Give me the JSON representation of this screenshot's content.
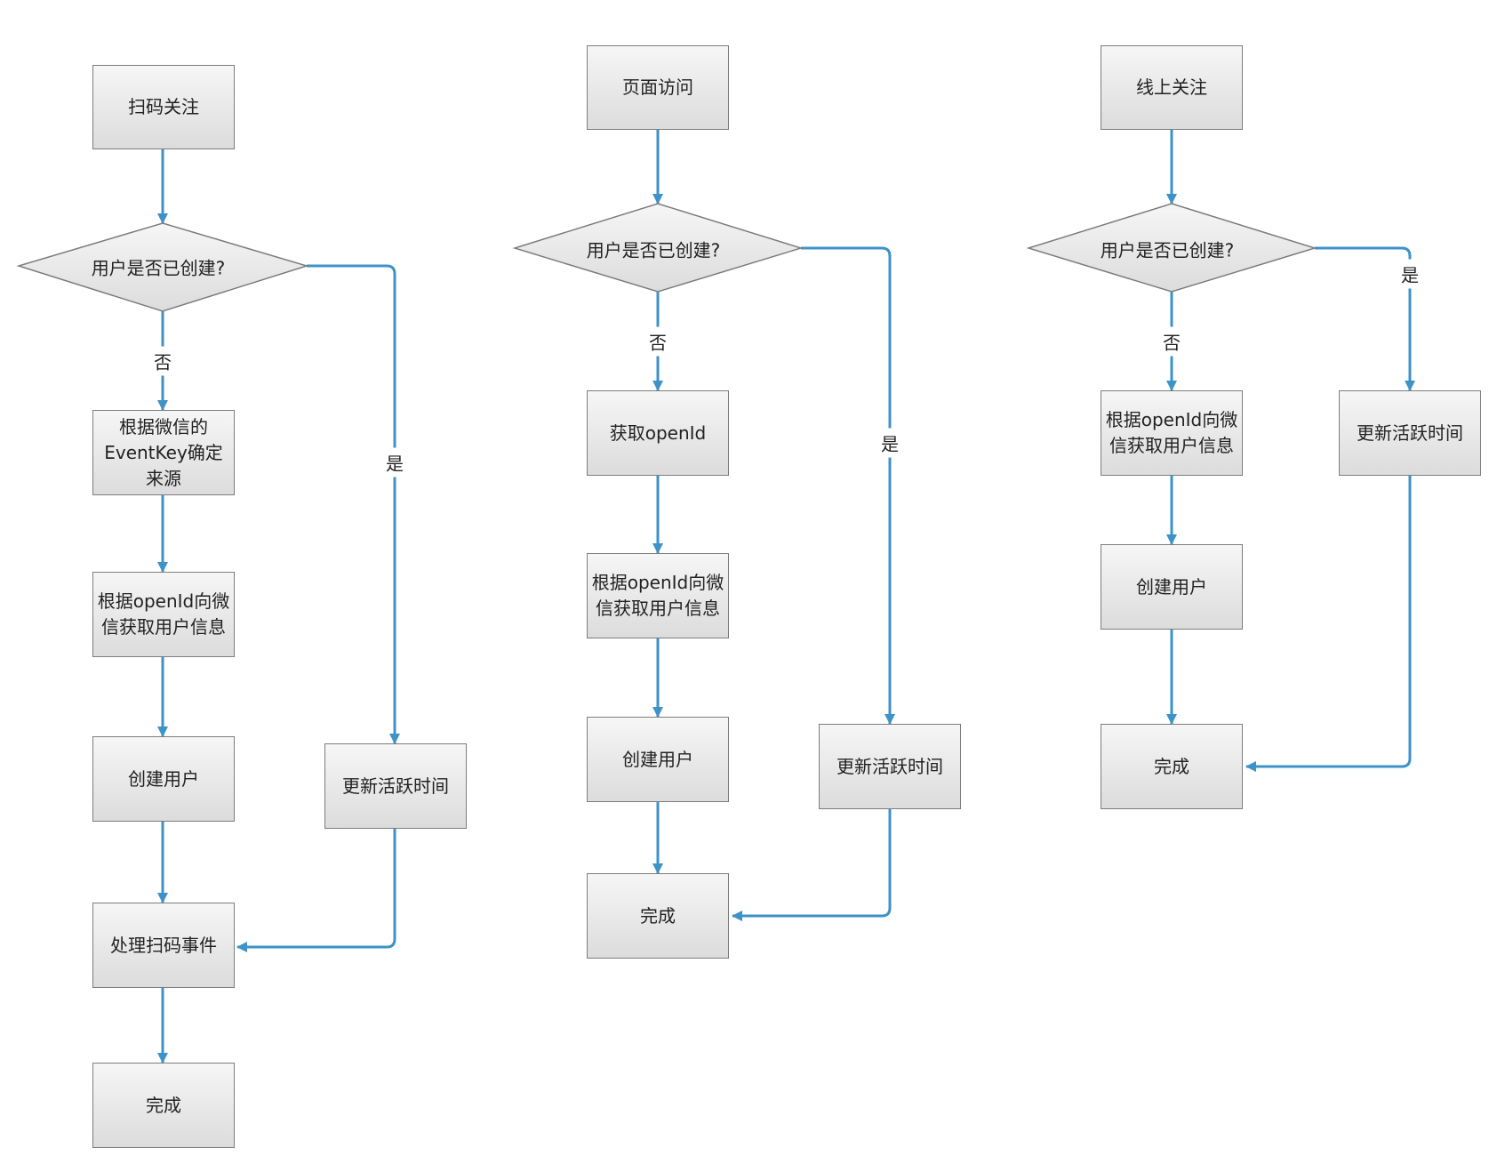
{
  "flow_scan": {
    "start": "扫码关注",
    "decision": "用户是否已创建?",
    "no_label": "否",
    "yes_label": "是",
    "step_source": "根据微信的EventKey确定来源",
    "step_fetch_info": "根据openId向微信获取用户信息",
    "step_create": "创建用户",
    "step_update": "更新活跃时间",
    "step_handle": "处理扫码事件",
    "end": "完成"
  },
  "flow_page": {
    "start": "页面访问",
    "decision": "用户是否已创建?",
    "no_label": "否",
    "yes_label": "是",
    "step_get_openid": "获取openId",
    "step_fetch_info": "根据openId向微信获取用户信息",
    "step_create": "创建用户",
    "step_update": "更新活跃时间",
    "end": "完成"
  },
  "flow_online": {
    "start": "线上关注",
    "decision": "用户是否已创建?",
    "no_label": "否",
    "yes_label": "是",
    "step_fetch_info": "根据openId向微信获取用户信息",
    "step_update": "更新活跃时间",
    "step_create": "创建用户",
    "end": "完成"
  },
  "colors": {
    "connector": "#3d93c8",
    "box_border": "#7d7d7d",
    "box_fill_top": "#f6f6f6",
    "box_fill_bottom": "#dcdcdc"
  }
}
